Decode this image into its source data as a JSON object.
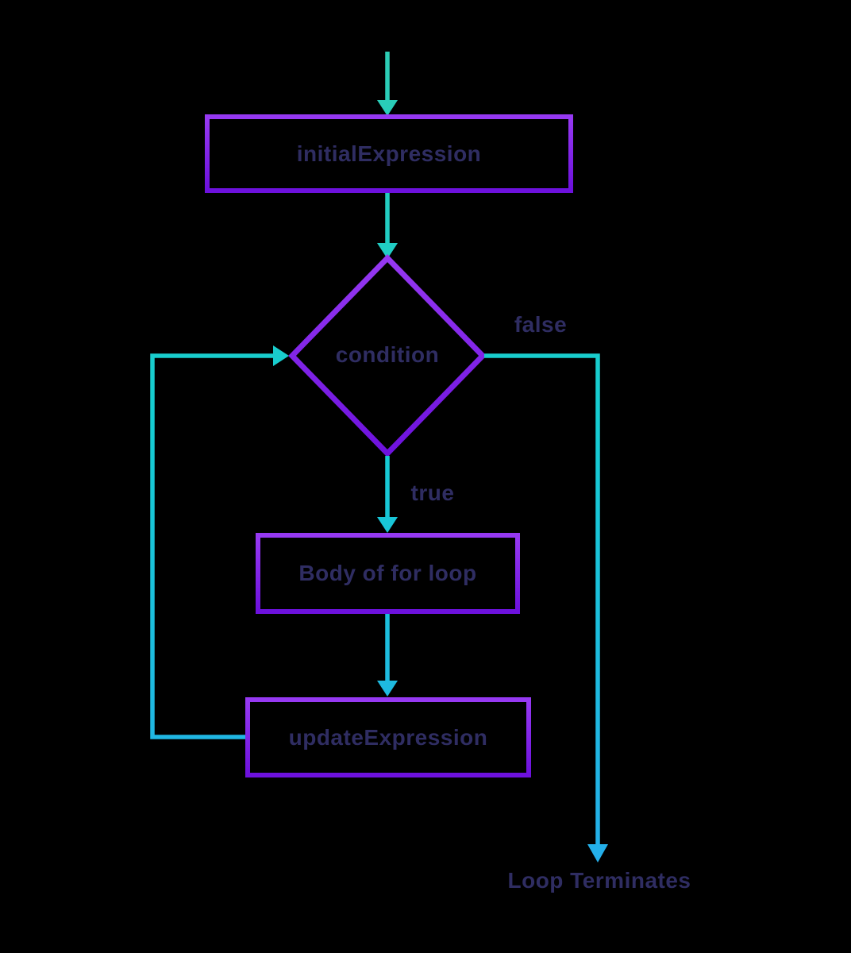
{
  "flowchart": {
    "nodes": {
      "initial_expression": {
        "label": "initialExpression"
      },
      "condition": {
        "label": "condition"
      },
      "body": {
        "label": "Body of for loop"
      },
      "update_expression": {
        "label": "updateExpression"
      }
    },
    "edge_labels": {
      "false_branch": "false",
      "true_branch": "true",
      "loop_terminates": "Loop Terminates"
    },
    "colors": {
      "background": "#000000",
      "connector_teal": "#2dcdb4",
      "connector_cyan": "#15cdd2",
      "connector_blue": "#24aeea",
      "node_border_light": "#9639f2",
      "node_border_dark": "#6d11dd",
      "label_text": "#2f2d62"
    }
  }
}
